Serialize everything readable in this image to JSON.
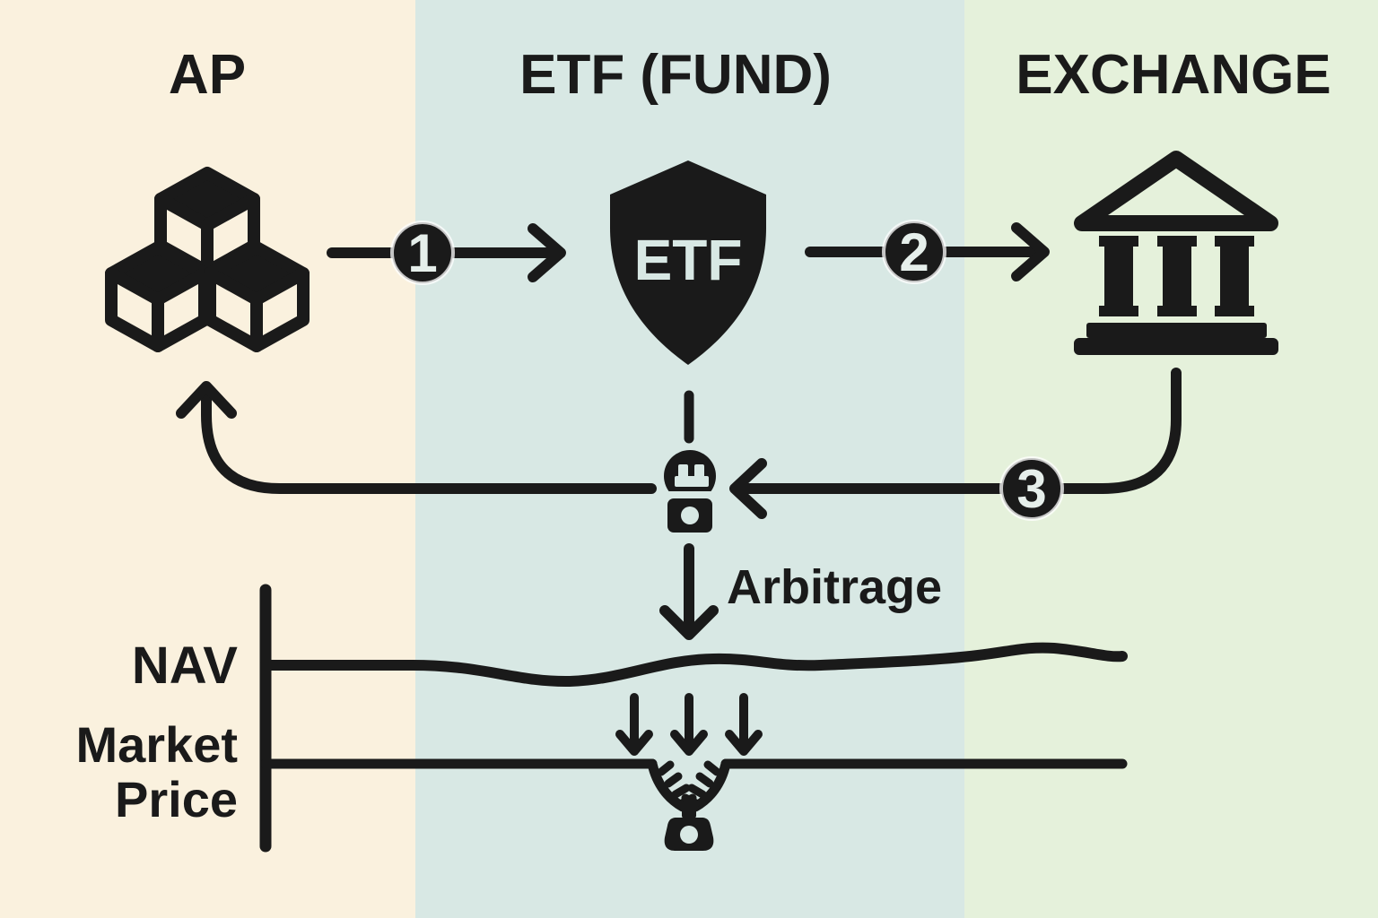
{
  "labels": {
    "ap": "AP",
    "etf_fund": "ETF (FUND)",
    "exchange": "EXCHANGE",
    "shield": "ETF",
    "arbitrage": "Arbitrage",
    "nav": "NAV",
    "market": "Market",
    "price": "Price"
  },
  "steps": {
    "one": "1",
    "two": "2",
    "three": "3"
  },
  "colors": {
    "ink": "#1a1a1a",
    "ap_band": "#faf1de",
    "etf_band": "#d8e8e4",
    "exchange_band": "#e5f1db",
    "step_digit": "#e6efeb"
  },
  "icons": {
    "ap": "cubes-icon",
    "etf_fund": "shield-icon",
    "exchange": "bank-icon",
    "arbitrage_mechanism": "zipper-pull-icon",
    "price_convergence": "zipper-convergence-icon"
  }
}
